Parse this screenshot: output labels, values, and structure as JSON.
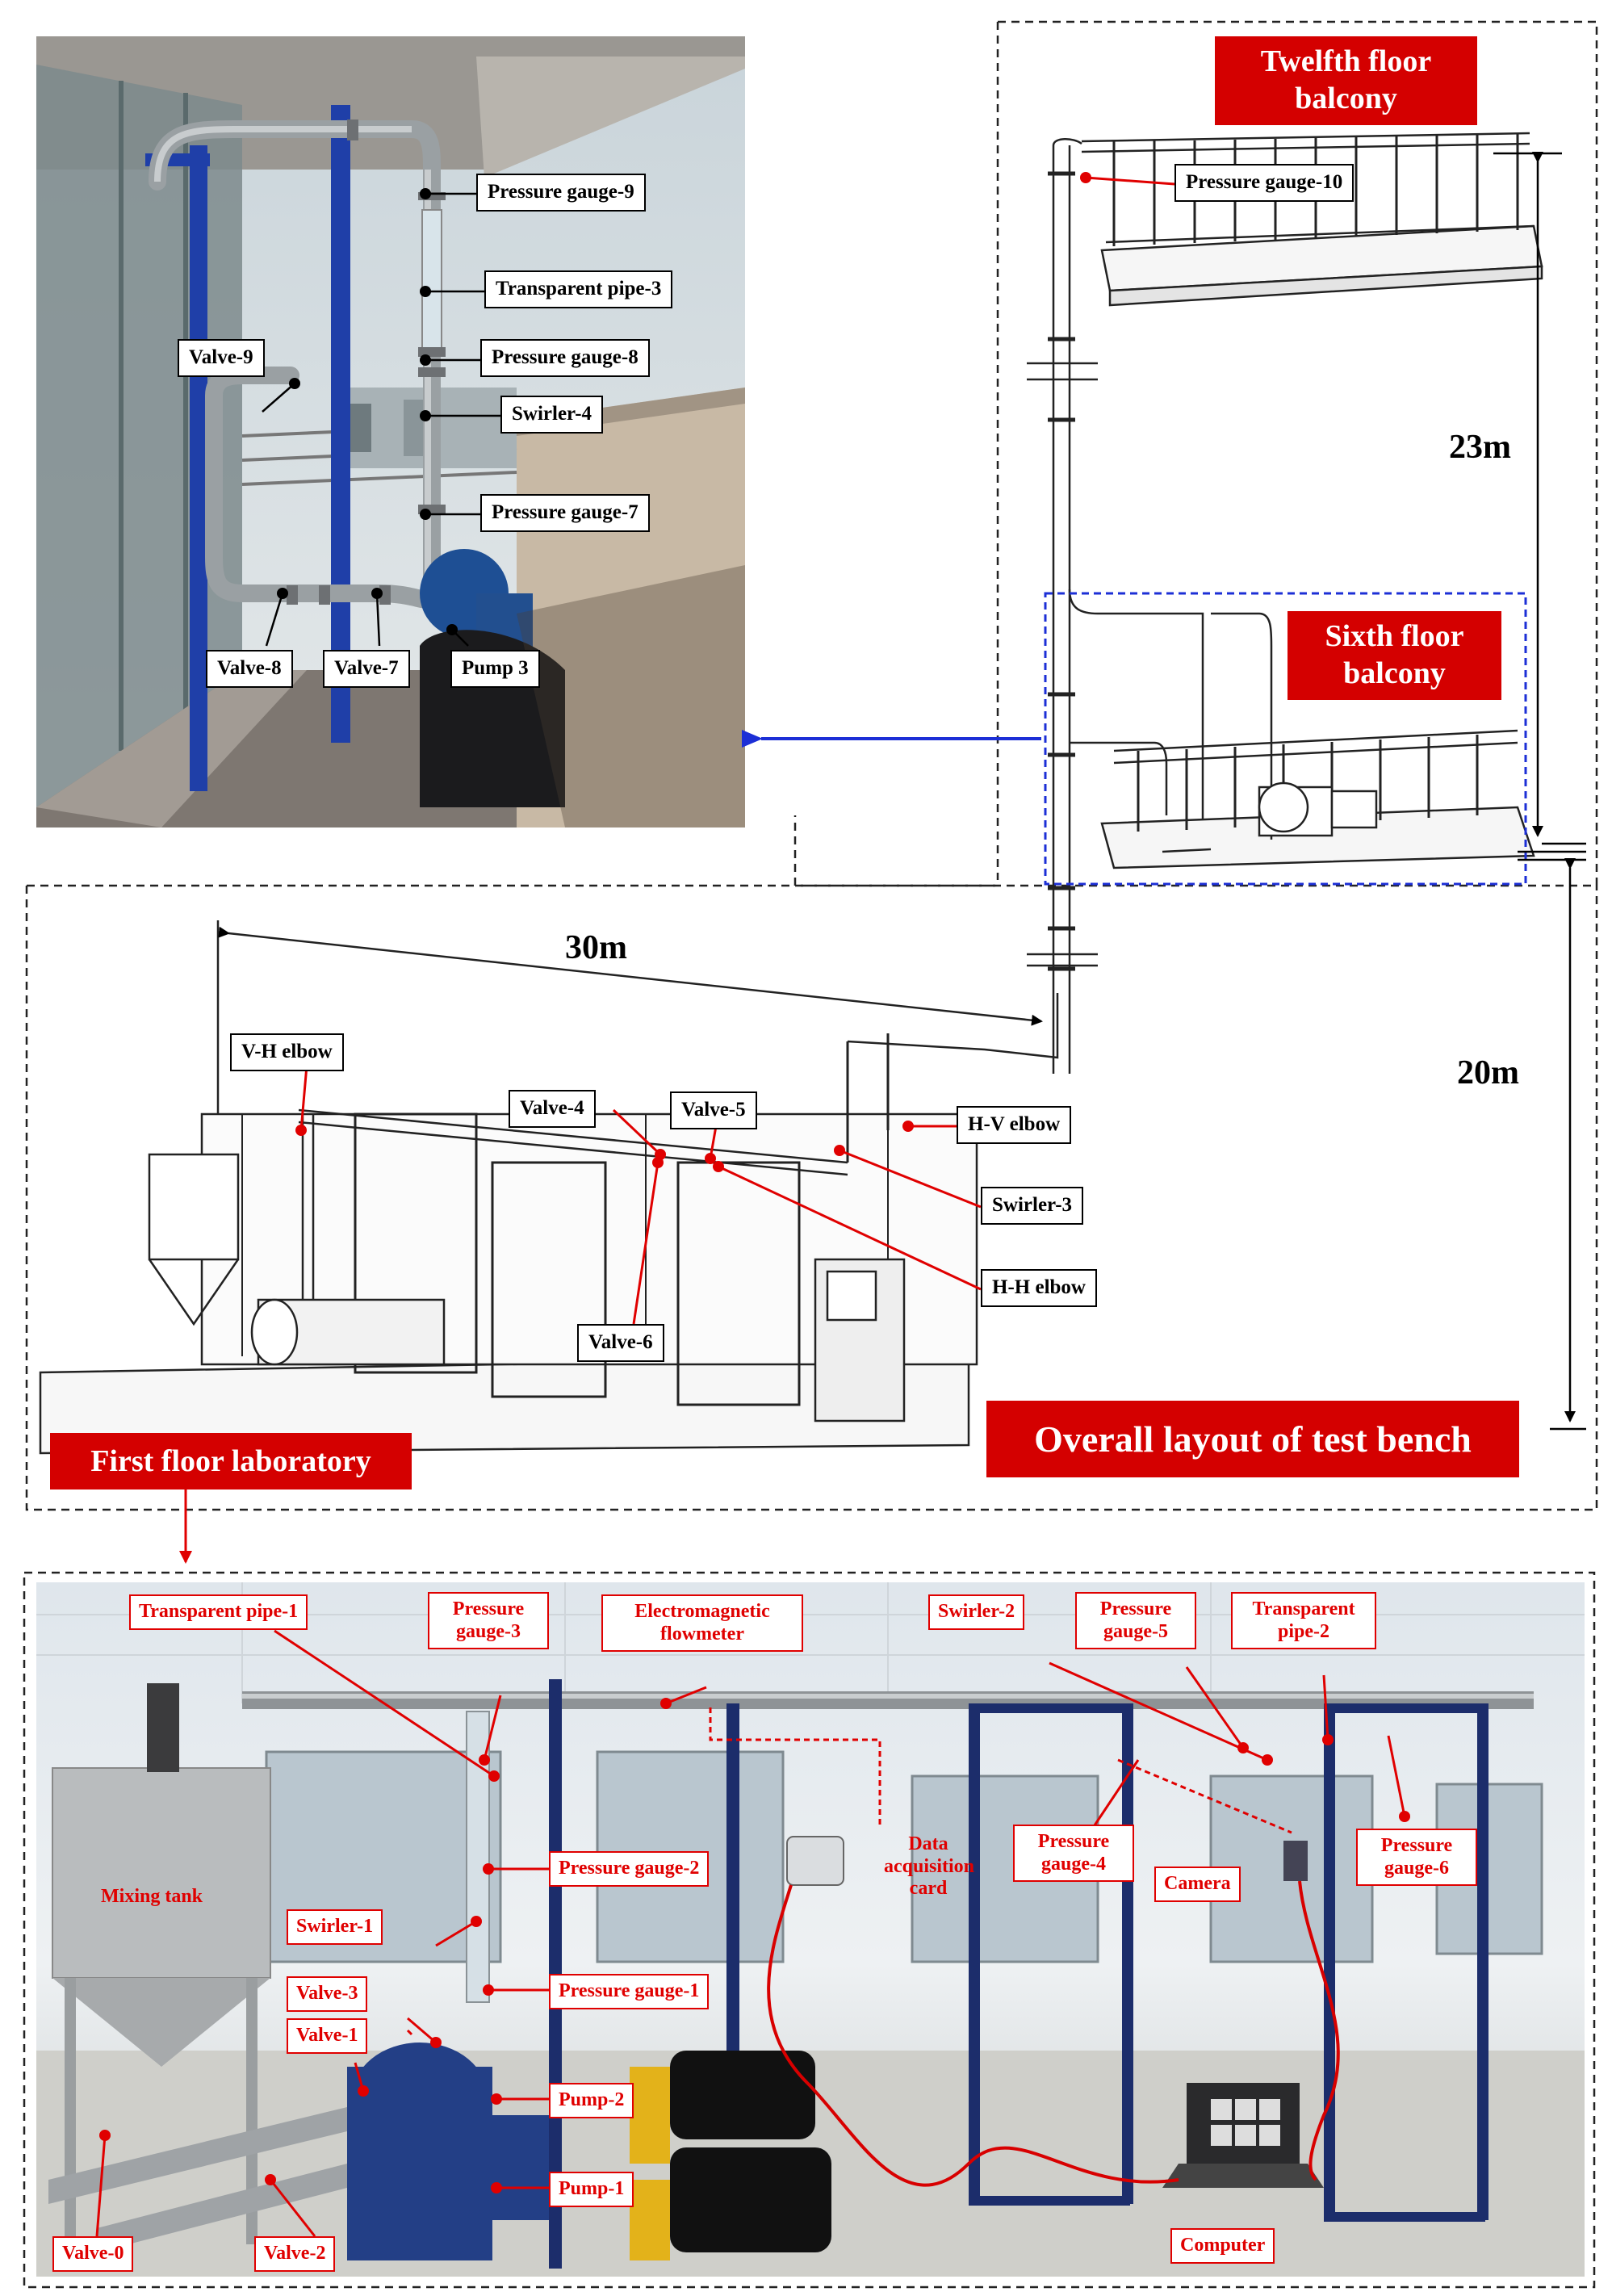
{
  "titles": {
    "twelfth": "Twelfth floor balcony",
    "sixth": "Sixth floor balcony",
    "overall": "Overall layout of test bench",
    "first": "First floor laboratory"
  },
  "dimensions": {
    "d23": "23m",
    "d20": "20m",
    "d30": "30m"
  },
  "photo_labels": {
    "pg9": "Pressure gauge-9",
    "tp3": "Transparent pipe-3",
    "pg8": "Pressure gauge-8",
    "sw4": "Swirler-4",
    "pg7": "Pressure gauge-7",
    "v9": "Valve-9",
    "v8": "Valve-8",
    "v7": "Valve-7",
    "p3": "Pump 3"
  },
  "layout_labels": {
    "pg10": "Pressure gauge-10",
    "vh": "V-H elbow",
    "v4": "Valve-4",
    "v5": "Valve-5",
    "hv": "H-V elbow",
    "sw3": "Swirler-3",
    "hh": "H-H elbow",
    "v6": "Valve-6"
  },
  "lab_labels": {
    "tp1": "Transparent pipe-1",
    "pg3": "Pressure gauge-3",
    "emf": "Electromagnetic flowmeter",
    "sw2": "Swirler-2",
    "pg5": "Pressure gauge-5",
    "tp2": "Transparent pipe-2",
    "pg2": "Pressure gauge-2",
    "daq": "Data acquisition card",
    "pg4": "Pressure gauge-4",
    "cam": "Camera",
    "pg6": "Pressure gauge-6",
    "mix": "Mixing tank",
    "sw1": "Swirler-1",
    "pg1": "Pressure gauge-1",
    "v3": "Valve-3",
    "v1": "Valve-1",
    "p2": "Pump-2",
    "p1": "Pump-1",
    "v0": "Valve-0",
    "v2": "Valve-2",
    "comp": "Computer"
  },
  "colors": {
    "title_bg": "#d40000",
    "annotation_red": "#e00000",
    "frame_blue": "#0000ff",
    "frame_dash": "#222222"
  }
}
